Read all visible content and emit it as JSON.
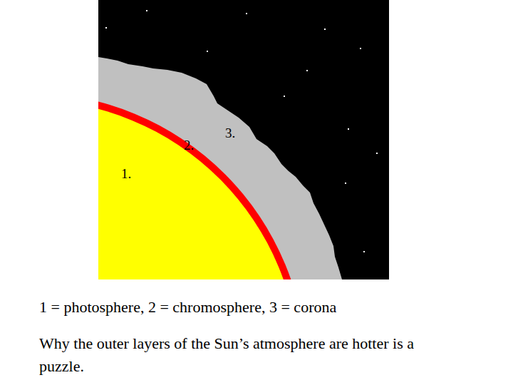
{
  "diagram": {
    "labels": [
      "1.",
      "2.",
      "3.",
      "1 = photosphere, 2 = chromosphere, 3 = corona",
      "Why the outer layers of the Sun’s atmosphere are hotter is a puzzle."
    ]
  }
}
